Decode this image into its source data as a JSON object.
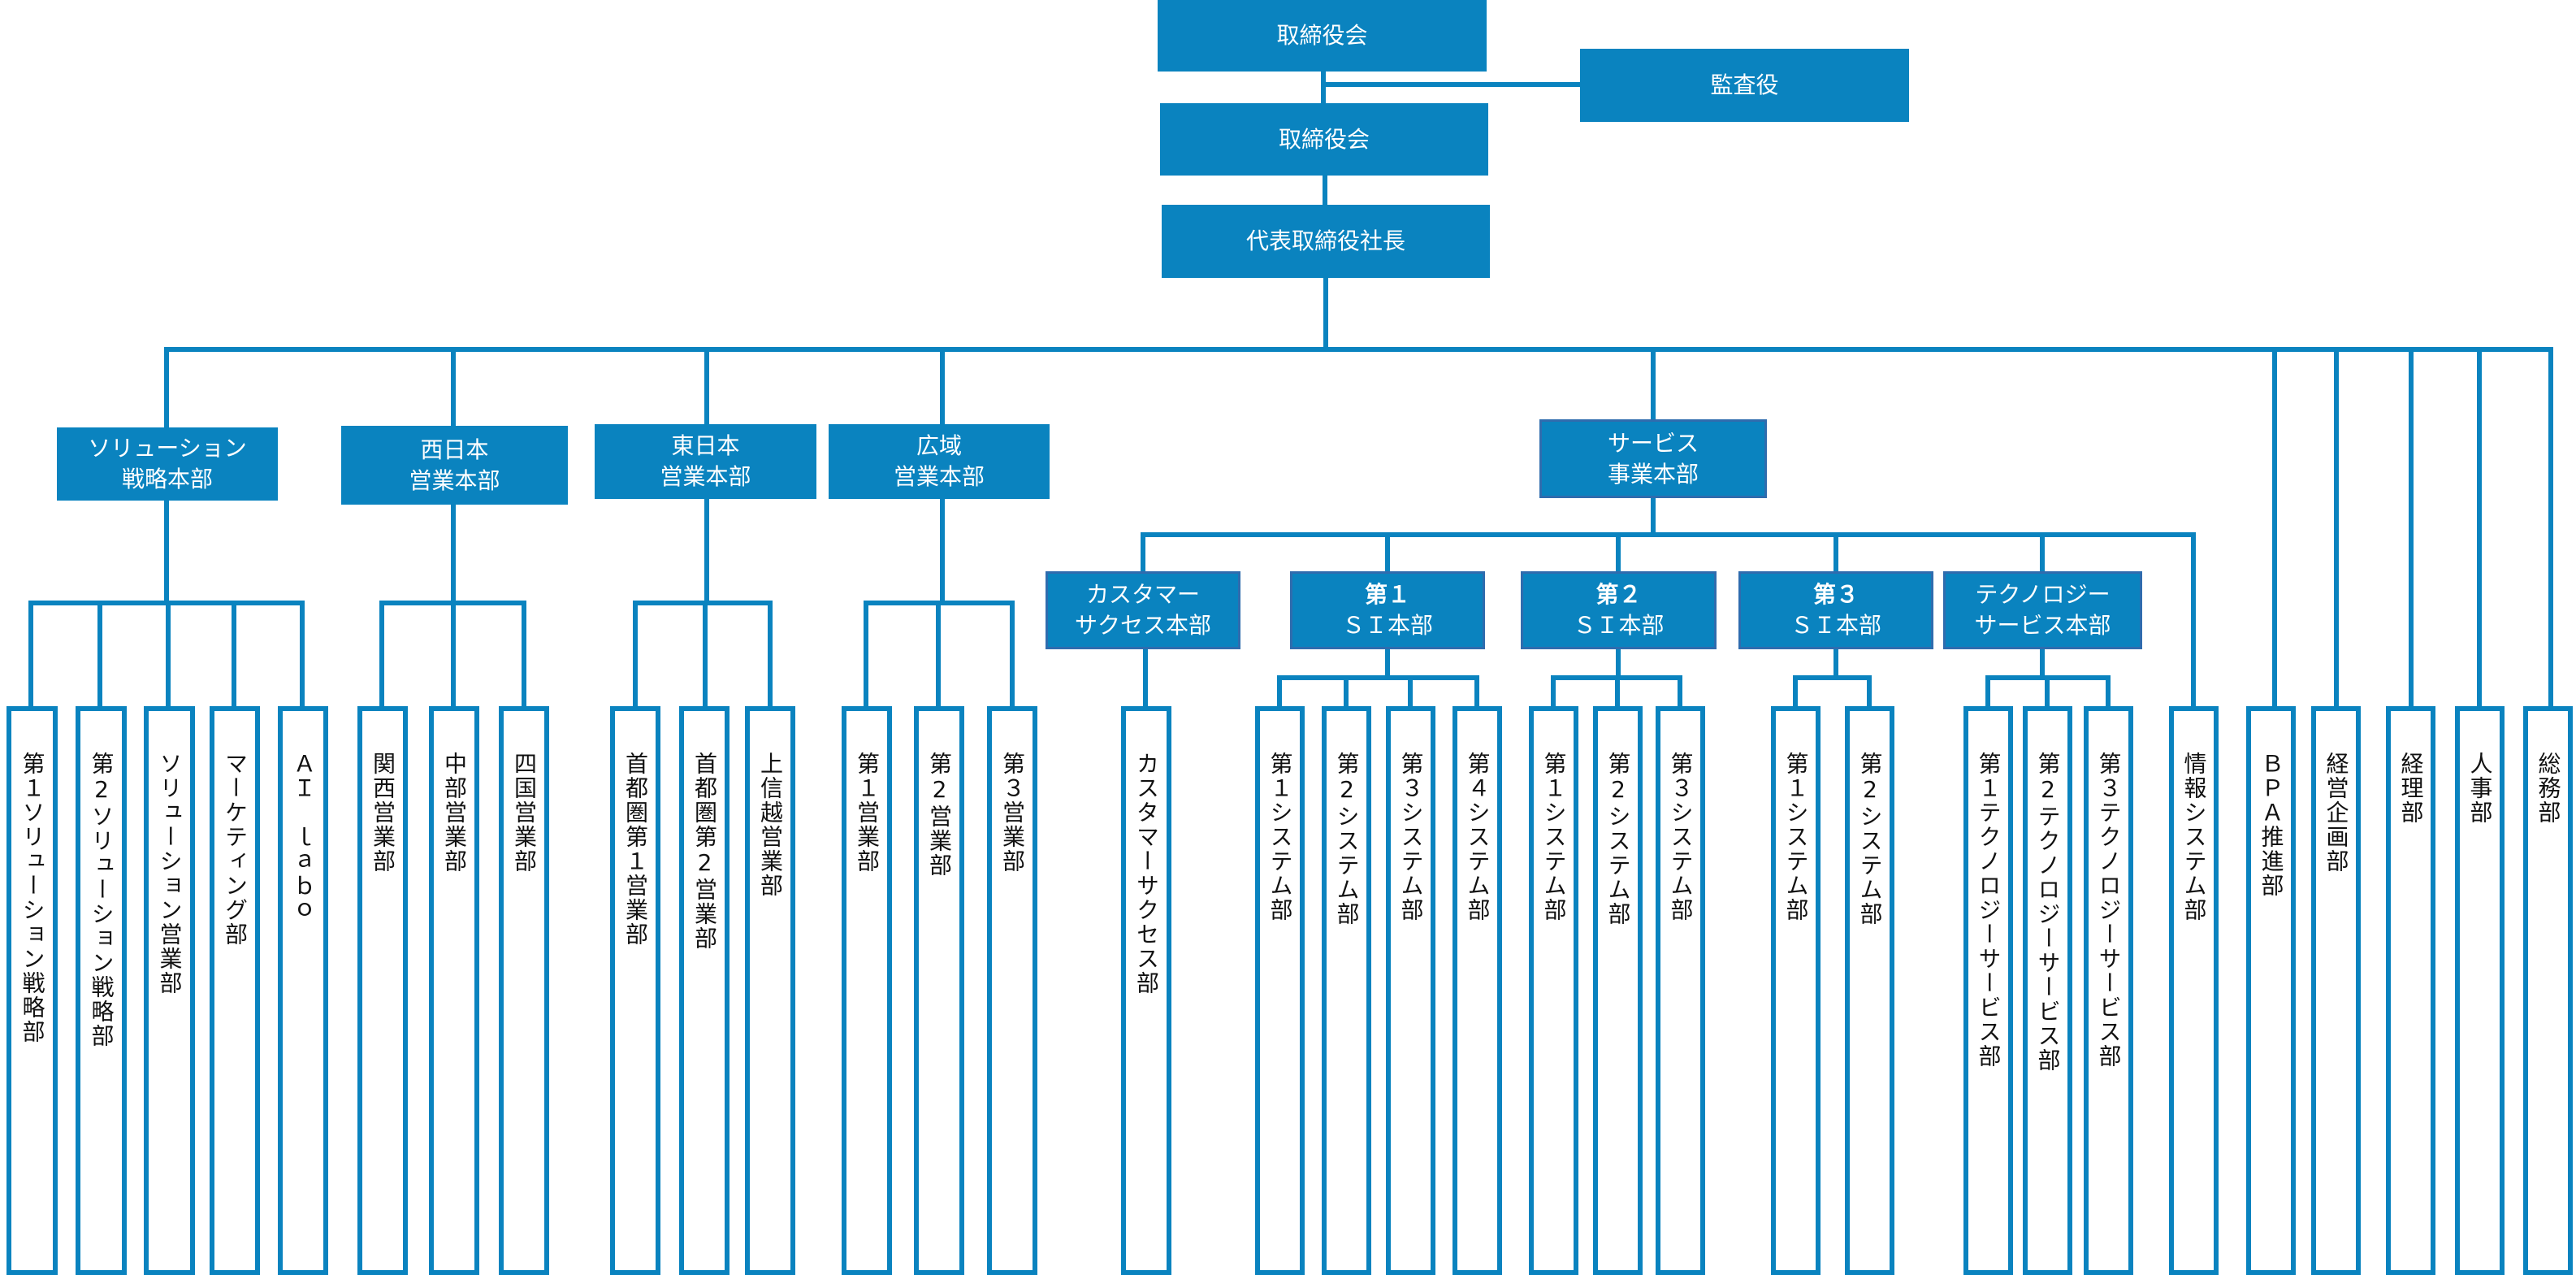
{
  "top": {
    "board_upper": "取締役会",
    "auditor": "監査役",
    "board_lower": "取締役会",
    "president": "代表取締役社長"
  },
  "divisions": [
    {
      "lines": [
        "ソリューション",
        "戦略本部"
      ]
    },
    {
      "lines": [
        "西日本",
        "営業本部"
      ]
    },
    {
      "lines": [
        "東日本",
        "営業本部"
      ]
    },
    {
      "lines": [
        "広域",
        "営業本部"
      ]
    },
    {
      "lines": [
        "サービス",
        "事業本部"
      ]
    }
  ],
  "service_subdivisions": [
    {
      "line1": "カスタマー",
      "line2": "サクセス本部",
      "bold": false
    },
    {
      "line1": "第１",
      "line2": "ＳＩ本部",
      "bold": true
    },
    {
      "line1": "第２",
      "line2": "ＳＩ本部",
      "bold": true
    },
    {
      "line1": "第３",
      "line2": "ＳＩ本部",
      "bold": true
    },
    {
      "line1": "テクノロジー",
      "line2": "サービス本部",
      "bold": false
    }
  ],
  "departments": {
    "solution": [
      "第１ソリューション戦略部",
      "第2ソリューション戦略部",
      "ソリューション営業部",
      "マーケティング部",
      "ＡＩ　ｌａｂｏ"
    ],
    "west": [
      "関西営業部",
      "中部営業部",
      "四国営業部"
    ],
    "east": [
      "首都圏第１営業部",
      "首都圏第2営業部",
      "上信越営業部"
    ],
    "wide": [
      "第１営業部",
      "第2営業部",
      "第３営業部"
    ],
    "customer_success": [
      "カスタマーサクセス部"
    ],
    "si1": [
      "第１システム部",
      "第2システム部",
      "第３システム部",
      "第４システム部"
    ],
    "si2": [
      "第１システム部",
      "第2システム部",
      "第３システム部"
    ],
    "si3": [
      "第１システム部",
      "第2システム部"
    ],
    "tech_service": [
      "第１テクノロジーサービス部",
      "第2テクノロジーサービス部",
      "第３テクノロジーサービス部"
    ],
    "info_system": [
      "情報システム部"
    ],
    "corporate": [
      "ＢＰＡ推進部",
      "経営企画部",
      "経理部",
      "人事部",
      "総務部"
    ]
  },
  "colors": {
    "primary": "#0a83bf",
    "border": "#2f6cae",
    "text_on_primary": "#ffffff",
    "text": "#111111"
  }
}
